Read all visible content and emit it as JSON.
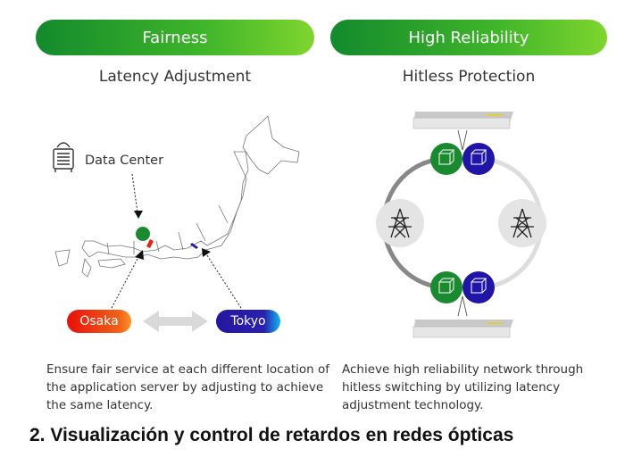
{
  "left": {
    "header": "Fairness",
    "subtitle": "Latency Adjustment",
    "data_center_label": "Data Center",
    "cities": [
      "Osaka",
      "Tokyo"
    ],
    "description": [
      "Ensure fair service at each different location of",
      "the application server by adjusting to achieve",
      "the same latency."
    ]
  },
  "right": {
    "header": "High Reliability",
    "subtitle": "Hitless Protection",
    "description": [
      "Achieve high reliability network through",
      "hitless switching by utilizing latency",
      "adjustment technology."
    ]
  },
  "caption": "2. Visualización y control de retardos en redes ópticas",
  "colors": {
    "green": "#1a8a2e",
    "blue": "#1f1a9e",
    "osaka": "#e8200f",
    "tokyo": "#2a1aa0"
  }
}
